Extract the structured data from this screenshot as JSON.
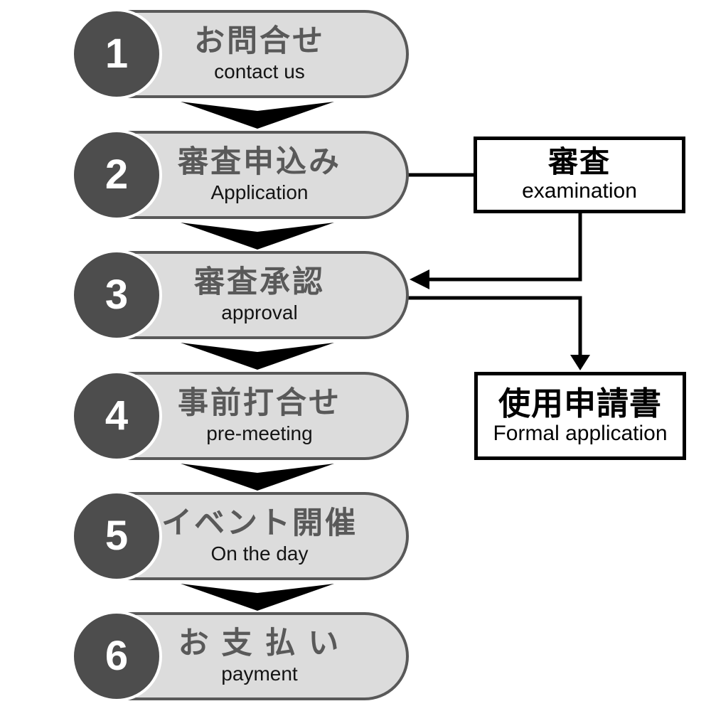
{
  "diagram": {
    "steps": [
      {
        "number": "1",
        "title_ja": "お問合せ",
        "title_en": "contact us"
      },
      {
        "number": "2",
        "title_ja": "審査申込み",
        "title_en": "Application"
      },
      {
        "number": "3",
        "title_ja": "審査承認",
        "title_en": "approval"
      },
      {
        "number": "4",
        "title_ja": "事前打合せ",
        "title_en": "pre-meeting"
      },
      {
        "number": "5",
        "title_ja": "イベント開催",
        "title_en": "On the day"
      },
      {
        "number": "6",
        "title_ja": "お 支 払 い",
        "title_en": "payment"
      }
    ],
    "examination_box": {
      "title_ja": "審査",
      "title_en": "examination"
    },
    "formal_application_box": {
      "title_ja": "使用申請書",
      "title_en": "Formal application"
    },
    "colors": {
      "pill_fill": "#dcdcdc",
      "pill_border": "#595959",
      "circle_fill": "#4d4d4d",
      "number_text": "#ffffff",
      "title_ja_text": "#595959",
      "title_en_text": "#141414",
      "box_border": "#000000",
      "box_fill": "#ffffff",
      "connector": "#000000",
      "bg": "#ffffff"
    }
  }
}
